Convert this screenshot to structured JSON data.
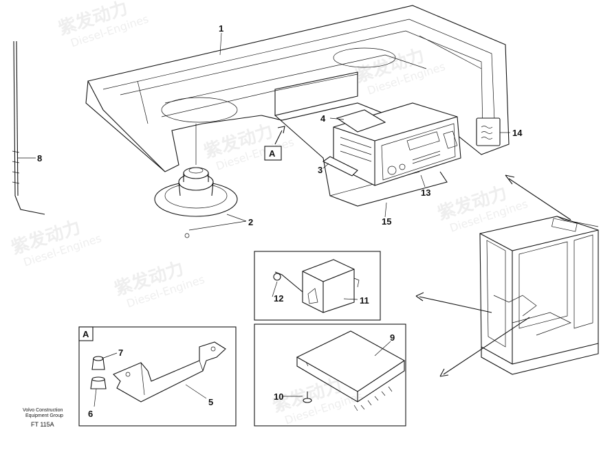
{
  "labels": {
    "p1": "1",
    "p2": "2",
    "p3": "3",
    "p4": "4",
    "p5": "5",
    "p6": "6",
    "p7": "7",
    "p8": "8",
    "p9": "9",
    "p10": "10",
    "p11": "11",
    "p12": "12",
    "p13": "13",
    "p14": "14",
    "p15": "15",
    "view_a": "A",
    "view_a_box": "A"
  },
  "footer": {
    "company_line1": "Volvo Construction",
    "company_line2": "Equipment Group",
    "figure_code": "FT 115A"
  },
  "watermark": {
    "brand": "紫发动力",
    "sub": "Diesel-Engines"
  }
}
